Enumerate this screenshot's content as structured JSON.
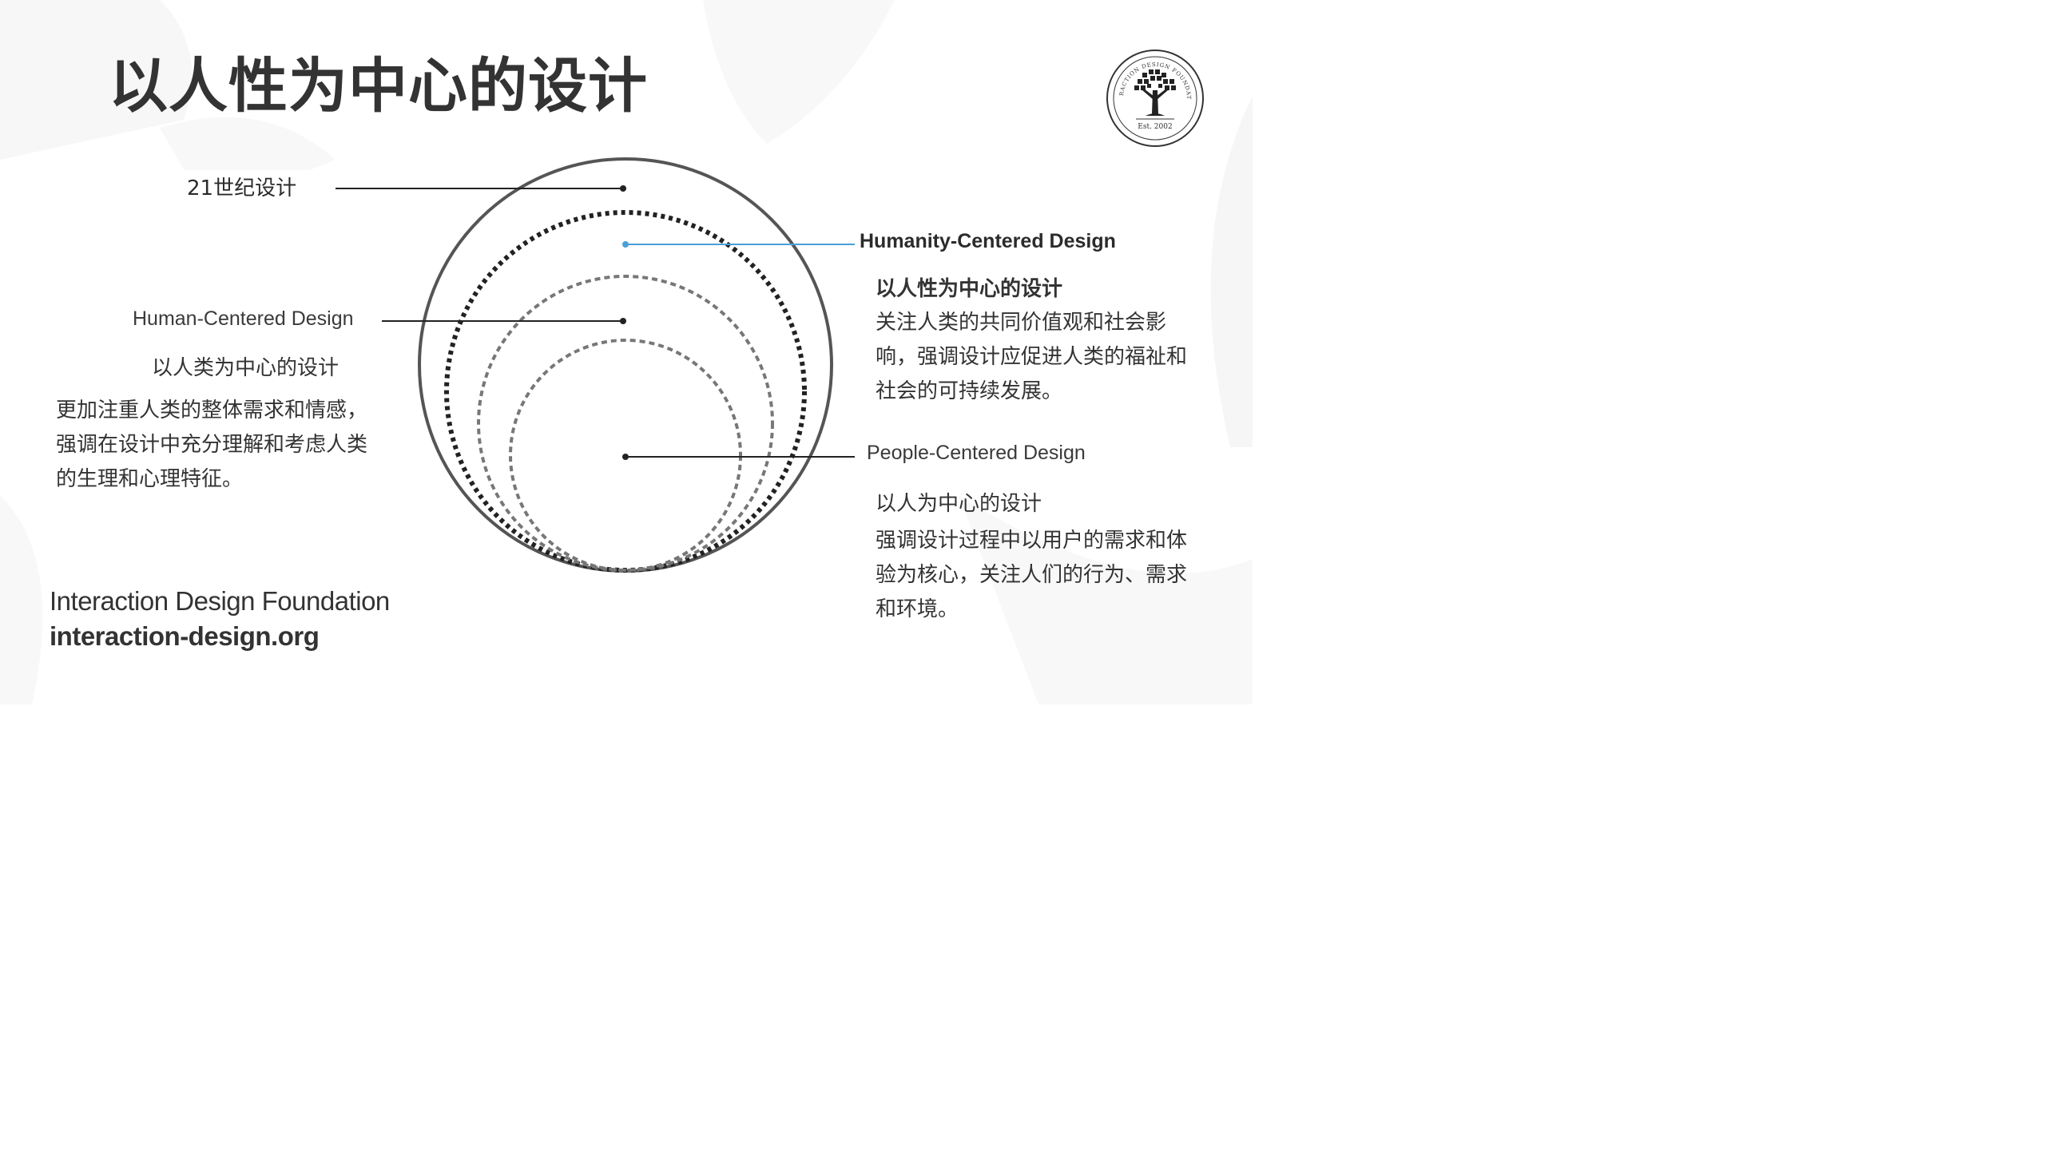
{
  "title": "以人性为中心的设计",
  "label_21c": "21世纪设计",
  "humanity": {
    "en": "Humanity-Centered Design",
    "zh": "以人性为中心的设计",
    "body": "关注人类的共同价值观和社会影响，强调设计应促进人类的福祉和社会的可持续发展。"
  },
  "human": {
    "en": "Human-Centered Design",
    "zh": "以人类为中心的设计",
    "body": "更加注重人类的整体需求和情感，强调在设计中充分理解和考虑人类的生理和心理特征。"
  },
  "people": {
    "en": "People-Centered Design",
    "zh": "以人为中心的设计",
    "body": "强调设计过程中以用户的需求和体验为核心，关注人们的行为、需求和环境。"
  },
  "footer": {
    "name": "Interaction Design Foundation",
    "url": "interaction-design.org"
  },
  "logo": {
    "ring_text": "INTERACTION DESIGN FOUNDATION",
    "est": "Est. 2002"
  },
  "colors": {
    "accent_line": "#4a9fd6",
    "ink": "#333333",
    "circle_outer": "#555555",
    "circle_dotted": "#222222",
    "circle_dashed": "#777777"
  },
  "icons": [
    "tree-logo-icon"
  ]
}
